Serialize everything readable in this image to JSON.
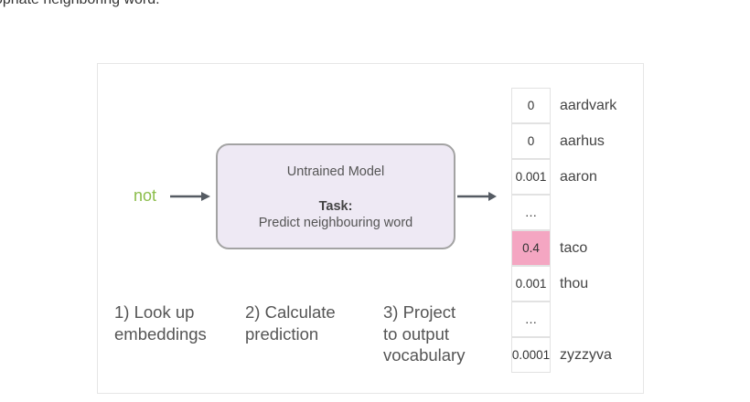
{
  "top_caption": "opriate neighboring word.",
  "input_word": "not",
  "model": {
    "name": "Untrained Model",
    "task_label": "Task:",
    "task_description": "Predict neighbouring word"
  },
  "steps": [
    {
      "lines": [
        "1) Look up",
        "embeddings"
      ]
    },
    {
      "lines": [
        "2) Calculate",
        "prediction"
      ]
    },
    {
      "lines": [
        "3) Project",
        "to output",
        "vocabulary"
      ]
    }
  ],
  "vocabulary": [
    {
      "score": "0",
      "word": "aardvark",
      "highlight": false
    },
    {
      "score": "0",
      "word": "aarhus",
      "highlight": false
    },
    {
      "score": "0.001",
      "word": "aaron",
      "highlight": false
    },
    {
      "score": "…",
      "word": "",
      "highlight": false
    },
    {
      "score": "0.4",
      "word": "taco",
      "highlight": true
    },
    {
      "score": "0.001",
      "word": "thou",
      "highlight": false
    },
    {
      "score": "…",
      "word": "",
      "highlight": false
    },
    {
      "score": "0.0001",
      "word": "zyzzyva",
      "highlight": false
    }
  ],
  "colors": {
    "input_word": "#8bbd4a",
    "model_fill": "#eee9f4",
    "model_border": "#a3a3a3",
    "highlight_cell": "#f4a6c2",
    "arrow": "#555b63"
  }
}
